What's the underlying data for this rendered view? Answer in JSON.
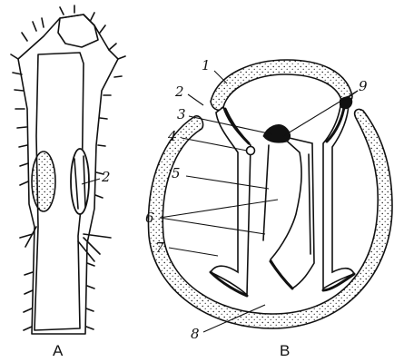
{
  "panels": [
    {
      "id": "A",
      "caption": "A",
      "labels": [
        "2"
      ]
    },
    {
      "id": "B",
      "caption": "B",
      "labels": [
        "1",
        "2",
        "3",
        "4",
        "5",
        "6",
        "7",
        "8",
        "9"
      ]
    }
  ],
  "colors": {
    "ink": "#111111",
    "paper": "#ffffff",
    "stipple": "#111111"
  }
}
